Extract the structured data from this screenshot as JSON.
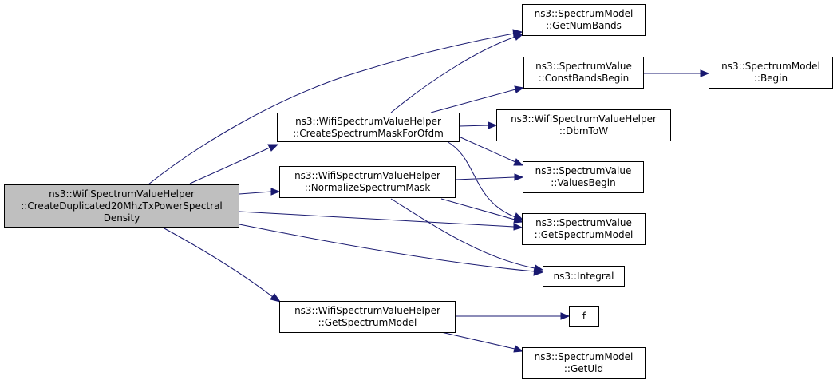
{
  "colors": {
    "edge": "#191970",
    "root_fill": "#bfbfbf",
    "node_fill": "#ffffff",
    "border": "#000000"
  },
  "nodes": {
    "root": {
      "lines": [
        "ns3::WifiSpectrumValueHelper",
        "::CreateDuplicated20MhzTxPowerSpectral",
        "Density"
      ]
    },
    "create_mask": {
      "lines": [
        "ns3::WifiSpectrumValueHelper",
        "::CreateSpectrumMaskForOfdm"
      ]
    },
    "normalize_mask": {
      "lines": [
        "ns3::WifiSpectrumValueHelper",
        "::NormalizeSpectrumMask"
      ]
    },
    "helper_get_model": {
      "lines": [
        "ns3::WifiSpectrumValueHelper",
        "::GetSpectrumModel"
      ]
    },
    "get_num_bands": {
      "lines": [
        "ns3::SpectrumModel",
        "::GetNumBands"
      ]
    },
    "const_bands_begin": {
      "lines": [
        "ns3::SpectrumValue",
        "::ConstBandsBegin"
      ]
    },
    "model_begin": {
      "lines": [
        "ns3::SpectrumModel",
        "::Begin"
      ]
    },
    "dbm_to_w": {
      "lines": [
        "ns3::WifiSpectrumValueHelper",
        "::DbmToW"
      ]
    },
    "values_begin": {
      "lines": [
        "ns3::SpectrumValue",
        "::ValuesBegin"
      ]
    },
    "value_get_model": {
      "lines": [
        "ns3::SpectrumValue",
        "::GetSpectrumModel"
      ]
    },
    "integral": {
      "lines": [
        "ns3::Integral"
      ]
    },
    "f": {
      "lines": [
        "f"
      ]
    },
    "get_uid": {
      "lines": [
        "ns3::SpectrumModel",
        "::GetUid"
      ]
    }
  }
}
